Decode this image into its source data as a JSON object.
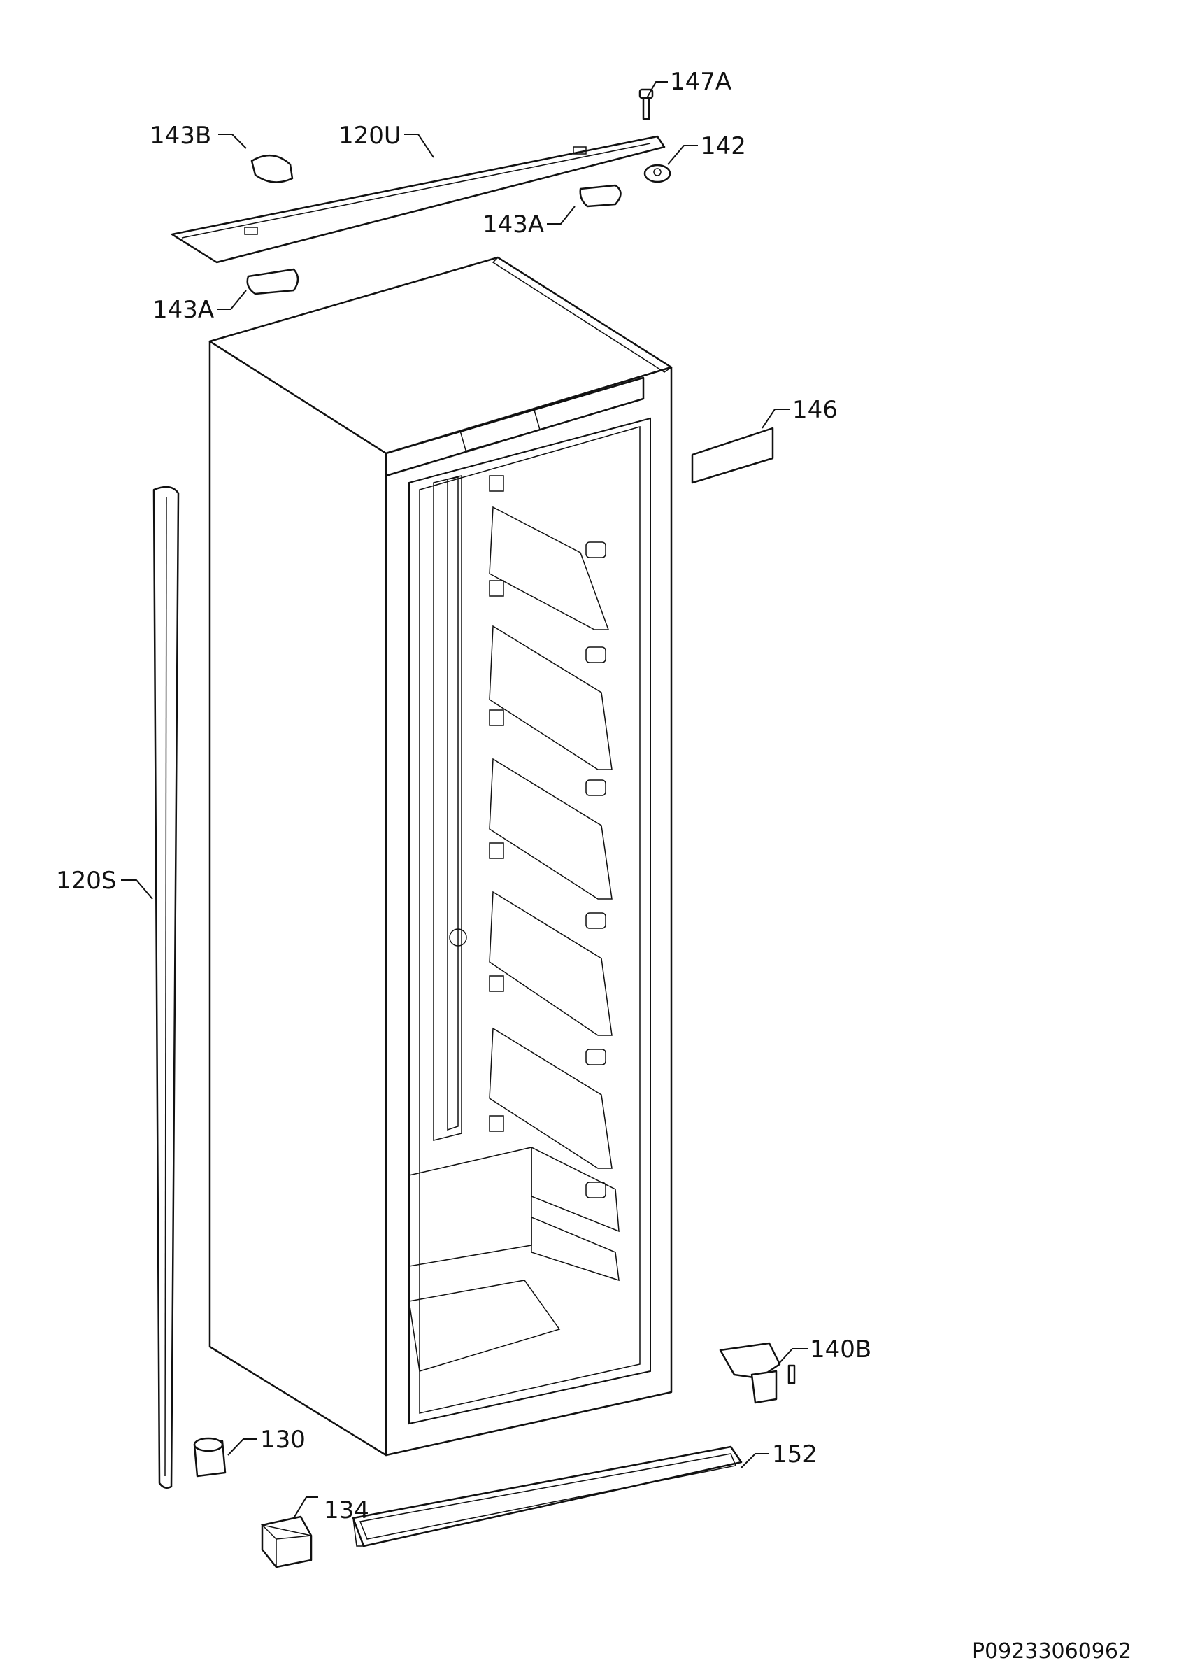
{
  "document_number": "P09233060962",
  "parts": [
    {
      "id": "p147A",
      "label": "147A"
    },
    {
      "id": "p143B",
      "label": "143B"
    },
    {
      "id": "p120U",
      "label": "120U"
    },
    {
      "id": "p142",
      "label": "142"
    },
    {
      "id": "p143A_right",
      "label": "143A"
    },
    {
      "id": "p143A_left",
      "label": "143A"
    },
    {
      "id": "p146",
      "label": "146"
    },
    {
      "id": "p120S",
      "label": "120S"
    },
    {
      "id": "p140B",
      "label": "140B"
    },
    {
      "id": "p130",
      "label": "130"
    },
    {
      "id": "p152",
      "label": "152"
    },
    {
      "id": "p134",
      "label": "134"
    }
  ]
}
